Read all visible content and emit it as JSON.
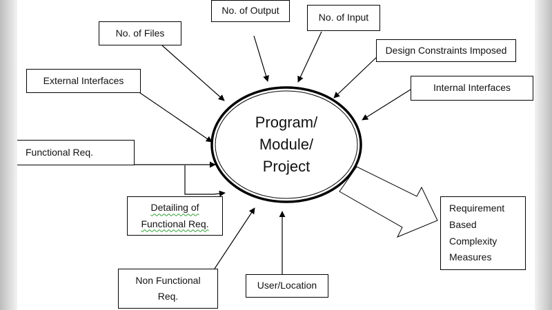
{
  "center": {
    "lines": [
      "Program/",
      "Module/",
      "Project"
    ]
  },
  "inputs": {
    "no_of_output": "No. of Output",
    "no_of_input": "No. of Input",
    "no_of_files": "No. of Files",
    "design_constraints": "Design Constraints Imposed",
    "external_interfaces": "External Interfaces",
    "internal_interfaces": "Internal Interfaces",
    "functional_req": "Functional Req.",
    "detailing_functional_req": [
      "Detailing of",
      "Functional Req."
    ],
    "non_functional_req": [
      "Non Functional",
      "Req."
    ],
    "user_location": "User/Location"
  },
  "output": {
    "lines": [
      "Requirement",
      "Based",
      "Complexity",
      "Measures"
    ]
  }
}
